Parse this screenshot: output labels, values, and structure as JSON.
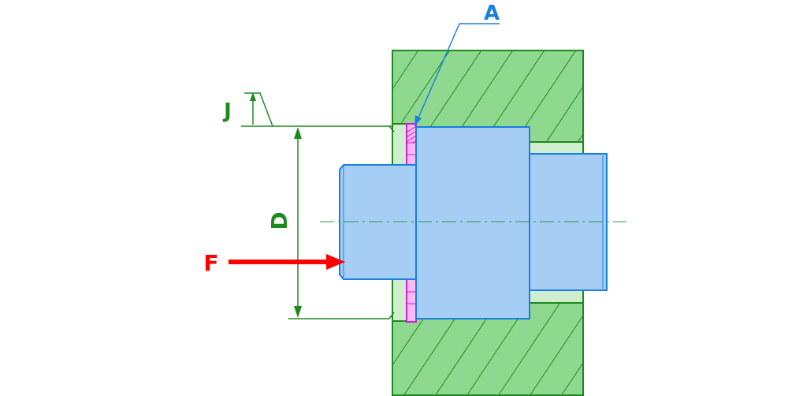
{
  "labels": {
    "A": "A",
    "J": "J",
    "D": "D",
    "F": "F"
  },
  "colors": {
    "housing_fill": "#8fd88f",
    "housing_stroke": "#1e8a1e",
    "shaft_fill": "#a6cdf3",
    "shaft_stroke": "#1a7fe0",
    "bushing_fill": "#cfeecf",
    "seal_fill": "#ffb8f0",
    "seal_stroke": "#d21ed2",
    "force_color": "#ff0000",
    "dimension_color": "#1e8a1e",
    "callout_color": "#1a7fe0"
  }
}
